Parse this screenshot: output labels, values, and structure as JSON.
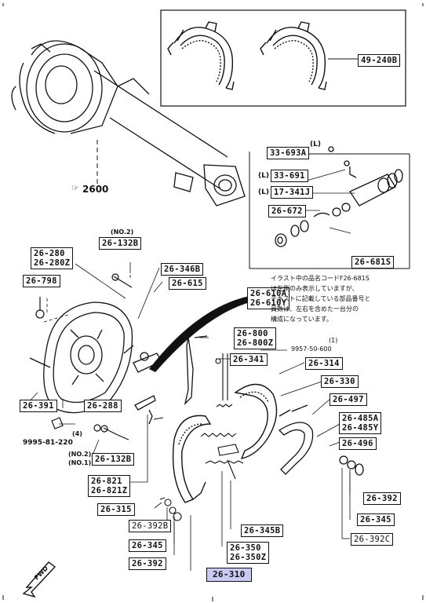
{
  "labels": {
    "p_49_240B": "49-240B",
    "p_33_693A": "33-693A",
    "p_L_top": "(L)",
    "p_L_33_691_tag": "(L)",
    "p_33_691": "33-691",
    "p_L_17_341J_tag": "(L)",
    "p_17_341J": "17-341J",
    "p_26_672": "26-672",
    "p_26_681S": "26-681S",
    "p_2600": "2600",
    "p_no2_top": "(NO.2)",
    "p_26_132B_top": "26-132B",
    "p_26_280": "26-280",
    "p_26_280Z": "26-280Z",
    "p_26_798": "26-798",
    "p_26_346B": "26-346B",
    "p_26_615": "26-615",
    "p_26_610A": "26-610A",
    "p_26_610Y": "26-610Y",
    "p_26_800": "26-800",
    "p_26_800Z": "26-800Z",
    "p_9957": "9957-50-600",
    "p_9957_qty": "(1)",
    "p_26_341": "26-341",
    "p_26_314": "26-314",
    "p_26_330": "26-330",
    "p_26_497": "26-497",
    "p_26_485A": "26-485A",
    "p_26_485Y": "26-485Y",
    "p_26_496": "26-496",
    "p_26_391": "26-391",
    "p_26_288": "26-288",
    "p_qty4": "(4)",
    "p_9995": "9995-81-220",
    "p_no2_bottom": "(NO.2)",
    "p_no1_bottom": "(NO.1)",
    "p_26_132B_bottom": "26-132B",
    "p_26_821": "26-821",
    "p_26_821Z": "26-821Z",
    "p_26_315": "26-315",
    "p_26_392B": "26-392B",
    "p_26_345_left": "26-345",
    "p_26_392_left": "26-392",
    "p_26_345B": "26-345B",
    "p_26_350": "26-350",
    "p_26_350Z": "26-350Z",
    "p_26_310": "26-310",
    "p_26_392_right": "26-392",
    "p_26_345_right": "26-345",
    "p_26_392C": "26-392C",
    "fwd": "FWD",
    "note_lines": [
      "イラスト中の品名コードF26-681S",
      "は左側のみ表示していますが、",
      "テキストに記載している部品番号と",
      "員数は、左右を含めた一台分の",
      "構成になっています。"
    ]
  },
  "colors": {
    "line": "#111111",
    "highlight": "#c9c9f2"
  }
}
